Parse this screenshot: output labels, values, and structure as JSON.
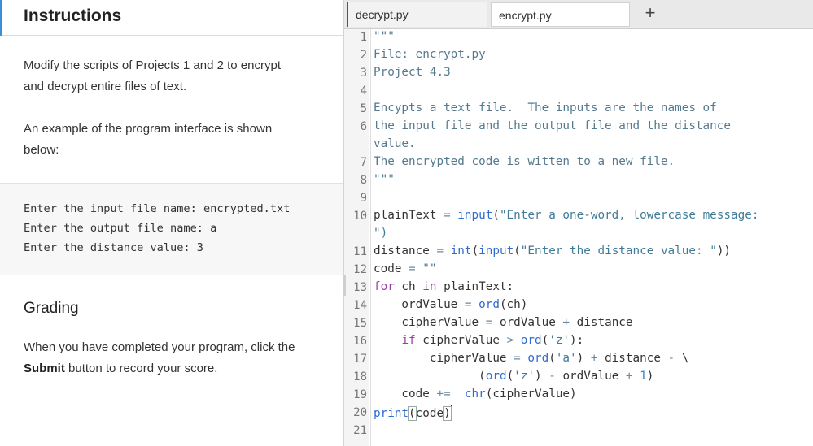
{
  "instructions": {
    "title": "Instructions",
    "para1_line1": "Modify the scripts of Projects 1 and 2 to encrypt",
    "para1_line2": "and decrypt entire files of text.",
    "para2_line1": "An example of the program interface is shown",
    "para2_line2": "below:",
    "sample_lines": [
      "Enter the input file name: encrypted.txt",
      "Enter the output file name: a",
      "Enter the distance value: 3"
    ],
    "grading_title": "Grading",
    "grading_line1": "When you have completed your program, click the",
    "grading_bold": "Submit",
    "grading_rest": " button to record your score."
  },
  "editor": {
    "tabs": [
      {
        "label": "decrypt.py"
      },
      {
        "label": "encrypt.py"
      }
    ],
    "add_tab_label": "+",
    "line_numbers": [
      "1",
      "2",
      "3",
      "4",
      "5",
      "6",
      "7",
      "8",
      "9",
      "10",
      "11",
      "12",
      "13",
      "14",
      "15",
      "16",
      "17",
      "18",
      "19",
      "20",
      "21"
    ],
    "code": {
      "l1": "\"\"\"",
      "l2": "File: encrypt.py",
      "l3": "Project 4.3",
      "l5": "Encypts a text file.  The inputs are the names of",
      "l6": "the input file and the output file and the distance",
      "l6b": "value.",
      "l7": "The encrypted code is witten to a new file.",
      "l8": "\"\"\"",
      "l10a": "plainText",
      "l10b": " = ",
      "l10c": "input",
      "l10d": "(",
      "l10e": "\"Enter a one-word, lowercase message:",
      "l10f": "\")",
      "l11a": "distance",
      "l11b": " = ",
      "l11c": "int",
      "l11d": "(",
      "l11e": "input",
      "l11f": "(",
      "l11g": "\"Enter the distance value: \"",
      "l11h": "))",
      "l12a": "code",
      "l12b": " = ",
      "l12c": "\"\"",
      "l13a": "for",
      "l13b": " ch ",
      "l13c": "in",
      "l13d": " plainText:",
      "l14a": "    ordValue",
      "l14b": " = ",
      "l14c": "ord",
      "l14d": "(ch)",
      "l15a": "    cipherValue",
      "l15b": " = ",
      "l15c": "ordValue",
      "l15d": " + ",
      "l15e": "distance",
      "l16a": "    ",
      "l16b": "if",
      "l16c": " cipherValue ",
      "l16d": ">",
      "l16e": " ",
      "l16f": "ord",
      "l16g": "(",
      "l16h": "'z'",
      "l16i": "):",
      "l17a": "        cipherValue",
      "l17b": " = ",
      "l17c": "ord",
      "l17d": "(",
      "l17e": "'a'",
      "l17f": ")",
      "l17g": " + ",
      "l17h": "distance",
      "l17i": " - ",
      "l17j": "\\",
      "l18a": "               (",
      "l18b": "ord",
      "l18c": "(",
      "l18d": "'z'",
      "l18e": ")",
      "l18f": " - ",
      "l18g": "ordValue",
      "l18h": " + ",
      "l18i": "1",
      "l18j": ")",
      "l19a": "    code",
      "l19b": " += ",
      "l19c": " chr",
      "l19d": "(cipherValue)",
      "l20a": "print",
      "l20b": "(",
      "l20c": "code",
      "l20d": ")"
    }
  }
}
